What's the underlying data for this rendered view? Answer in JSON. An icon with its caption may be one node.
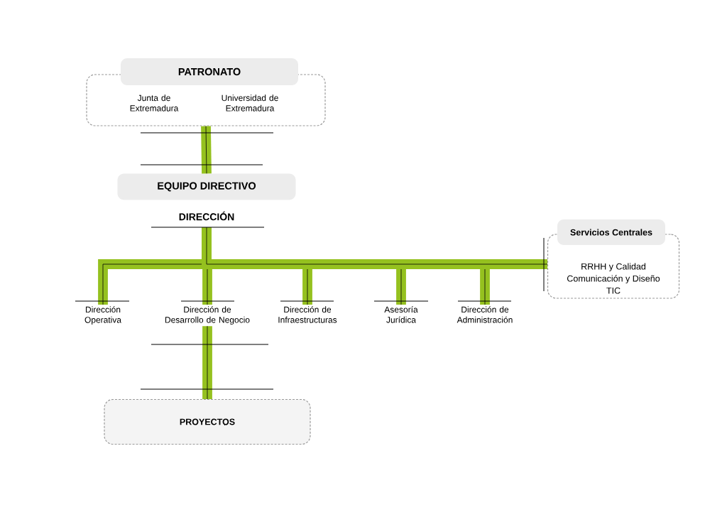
{
  "diagram": {
    "nodes": [
      {
        "text": [
          "PATRONATO"
        ]
      },
      {
        "text": [],
        "shape": "box"
      },
      {
        "text": [
          "Junta de Extremadura"
        ],
        "in": 1
      },
      {
        "text": [
          "Universidad de Extremadura"
        ],
        "in": 1
      },
      {
        "text": [
          "EQUIPO DIRECTIVO"
        ]
      },
      {
        "text": [
          "DIRECCIÓN"
        ]
      },
      {
        "text": [
          "Dirección Operativa"
        ]
      },
      {
        "text": [
          "Dirección de Desarrollo de Negocio"
        ]
      },
      {
        "text": [
          "Dirección de Infraestructuras"
        ]
      },
      {
        "text": [
          "Asesoría Jurídica"
        ]
      },
      {
        "text": [
          "Dirección de Administración"
        ]
      },
      {
        "text": [
          "Servicios Centrales",
          "RRHH y Calidad",
          "Comunicación y Diseño",
          "TIC"
        ]
      },
      {
        "text": [
          "PROYECTOS"
        ]
      }
    ],
    "edges": [
      {
        "from": 1,
        "to": 4,
        "arrow": "none"
      },
      {
        "from": 5,
        "to": 6,
        "arrow": "none"
      },
      {
        "from": 5,
        "to": 7,
        "arrow": "none"
      },
      {
        "from": 5,
        "to": 8,
        "arrow": "none"
      },
      {
        "from": 5,
        "to": 9,
        "arrow": "none"
      },
      {
        "from": 5,
        "to": 10,
        "arrow": "none"
      },
      {
        "from": 5,
        "to": 11,
        "arrow": "none"
      },
      {
        "from": 7,
        "to": 12,
        "arrow": "none"
      }
    ]
  }
}
